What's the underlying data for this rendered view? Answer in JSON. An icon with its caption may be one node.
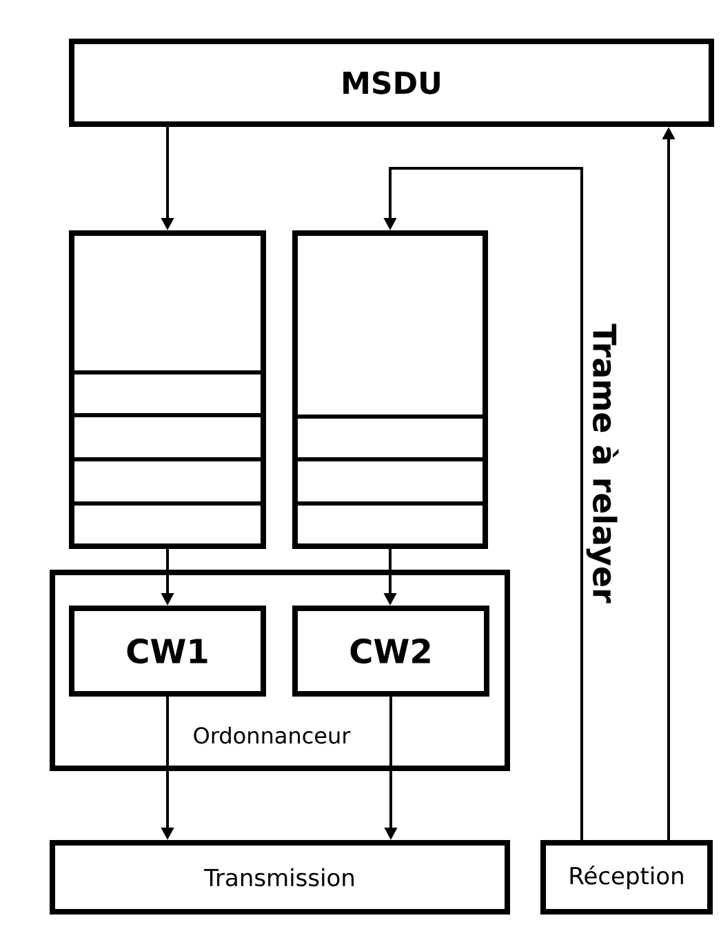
{
  "diagram": {
    "nodes": [
      {
        "text": [
          "MSDU"
        ]
      },
      {
        "text": [],
        "shape": "box"
      },
      {
        "text": [],
        "shape": "box"
      },
      {
        "text": [
          "Ordonnanceur"
        ]
      },
      {
        "text": [
          "CW1"
        ],
        "in": 3
      },
      {
        "text": [
          "CW2"
        ],
        "in": 3
      },
      {
        "text": [
          "Transmission"
        ]
      },
      {
        "text": [
          "Réception"
        ]
      }
    ],
    "edges": [
      {
        "from": 0,
        "to": 1,
        "arrow": "to"
      },
      {
        "from": 7,
        "to": 2,
        "arrow": "to",
        "label": "Trame à relayer"
      },
      {
        "from": 7,
        "to": 0,
        "arrow": "to"
      },
      {
        "from": 1,
        "to": 4,
        "arrow": "to"
      },
      {
        "from": 2,
        "to": 5,
        "arrow": "to"
      },
      {
        "from": 4,
        "to": 6,
        "arrow": "to"
      },
      {
        "from": 5,
        "to": 6,
        "arrow": "to"
      }
    ]
  }
}
